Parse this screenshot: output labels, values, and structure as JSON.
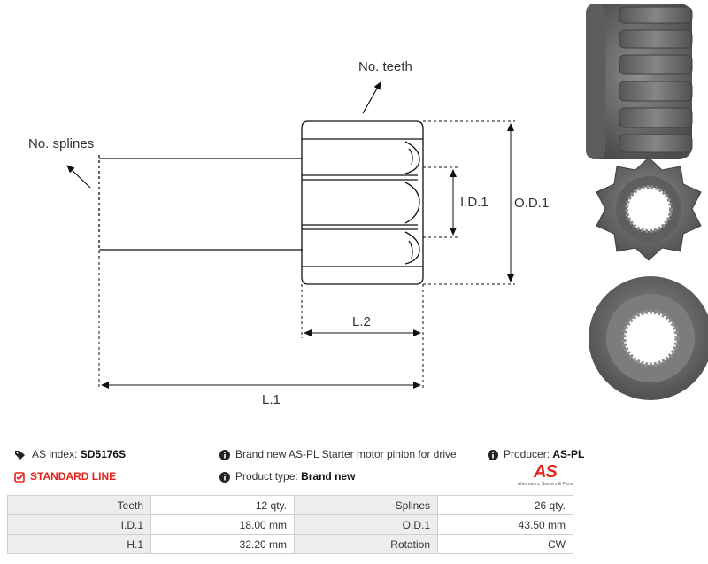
{
  "drawing": {
    "labels": {
      "teeth": "No. teeth",
      "splines": "No. splines",
      "id1": "I.D.1",
      "od1": "O.D.1",
      "l2": "L.2",
      "l1": "L.1"
    }
  },
  "info": {
    "as_index_label": "AS index:",
    "as_index_value": "SD5176S",
    "standard_line": "STANDARD LINE",
    "description": "Brand new AS-PL Starter motor pinion for drive",
    "product_type_label": "Product type:",
    "product_type_value": "Brand new",
    "producer_label": "Producer:",
    "producer_value": "AS-PL"
  },
  "logo": {
    "text": "AS",
    "tagline": "Alternators, Starters & Parts",
    "color": "#e2231a"
  },
  "specs": [
    {
      "label1": "Teeth",
      "value1": "12 qty.",
      "label2": "Splines",
      "value2": "26 qty."
    },
    {
      "label1": "I.D.1",
      "value1": "18.00 mm",
      "label2": "O.D.1",
      "value2": "43.50 mm"
    },
    {
      "label1": "H.1",
      "value1": "32.20 mm",
      "label2": "Rotation",
      "value2": "CW"
    }
  ],
  "colors": {
    "accent": "#e2231a",
    "metal": "#6f7072",
    "table_label_bg": "#ededed"
  }
}
